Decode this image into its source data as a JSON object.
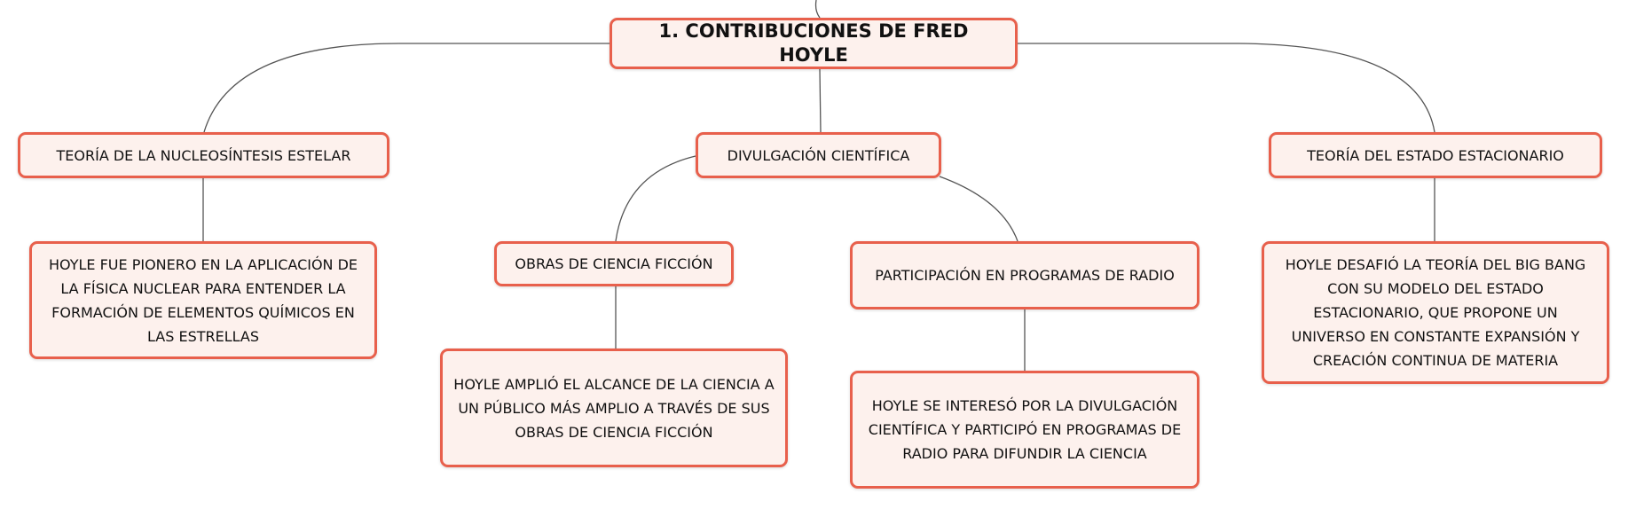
{
  "diagram": {
    "root": {
      "label": "1. CONTRIBUCIONES DE FRED HOYLE"
    },
    "branches": [
      {
        "label": "TEORÍA DE LA NUCLEOSÍNTESIS ESTELAR",
        "detail": "HOYLE FUE PIONERO EN LA APLICACIÓN DE LA FÍSICA NUCLEAR PARA ENTENDER LA FORMACIÓN DE ELEMENTOS QUÍMICOS EN LAS ESTRELLAS"
      },
      {
        "label": "DIVULGACIÓN CIENTÍFICA",
        "children": [
          {
            "label": "OBRAS DE CIENCIA FICCIÓN",
            "detail": "HOYLE AMPLIÓ EL ALCANCE DE LA CIENCIA A UN PÚBLICO MÁS AMPLIO A TRAVÉS DE SUS OBRAS DE CIENCIA FICCIÓN"
          },
          {
            "label": "PARTICIPACIÓN EN PROGRAMAS DE RADIO",
            "detail": "HOYLE SE INTERESÓ POR LA DIVULGACIÓN CIENTÍFICA Y PARTICIPÓ EN PROGRAMAS DE RADIO PARA DIFUNDIR LA CIENCIA"
          }
        ]
      },
      {
        "label": "TEORÍA DEL ESTADO ESTACIONARIO",
        "detail": "HOYLE DESAFIÓ LA TEORÍA DEL BIG BANG CON SU MODELO DEL ESTADO ESTACIONARIO, QUE PROPONE UN UNIVERSO EN CONSTANTE EXPANSIÓN Y CREACIÓN CONTINUA DE MATERIA"
      }
    ],
    "colors": {
      "border": "#e8604c",
      "fill": "#fdf1ed",
      "line": "#555555"
    }
  }
}
